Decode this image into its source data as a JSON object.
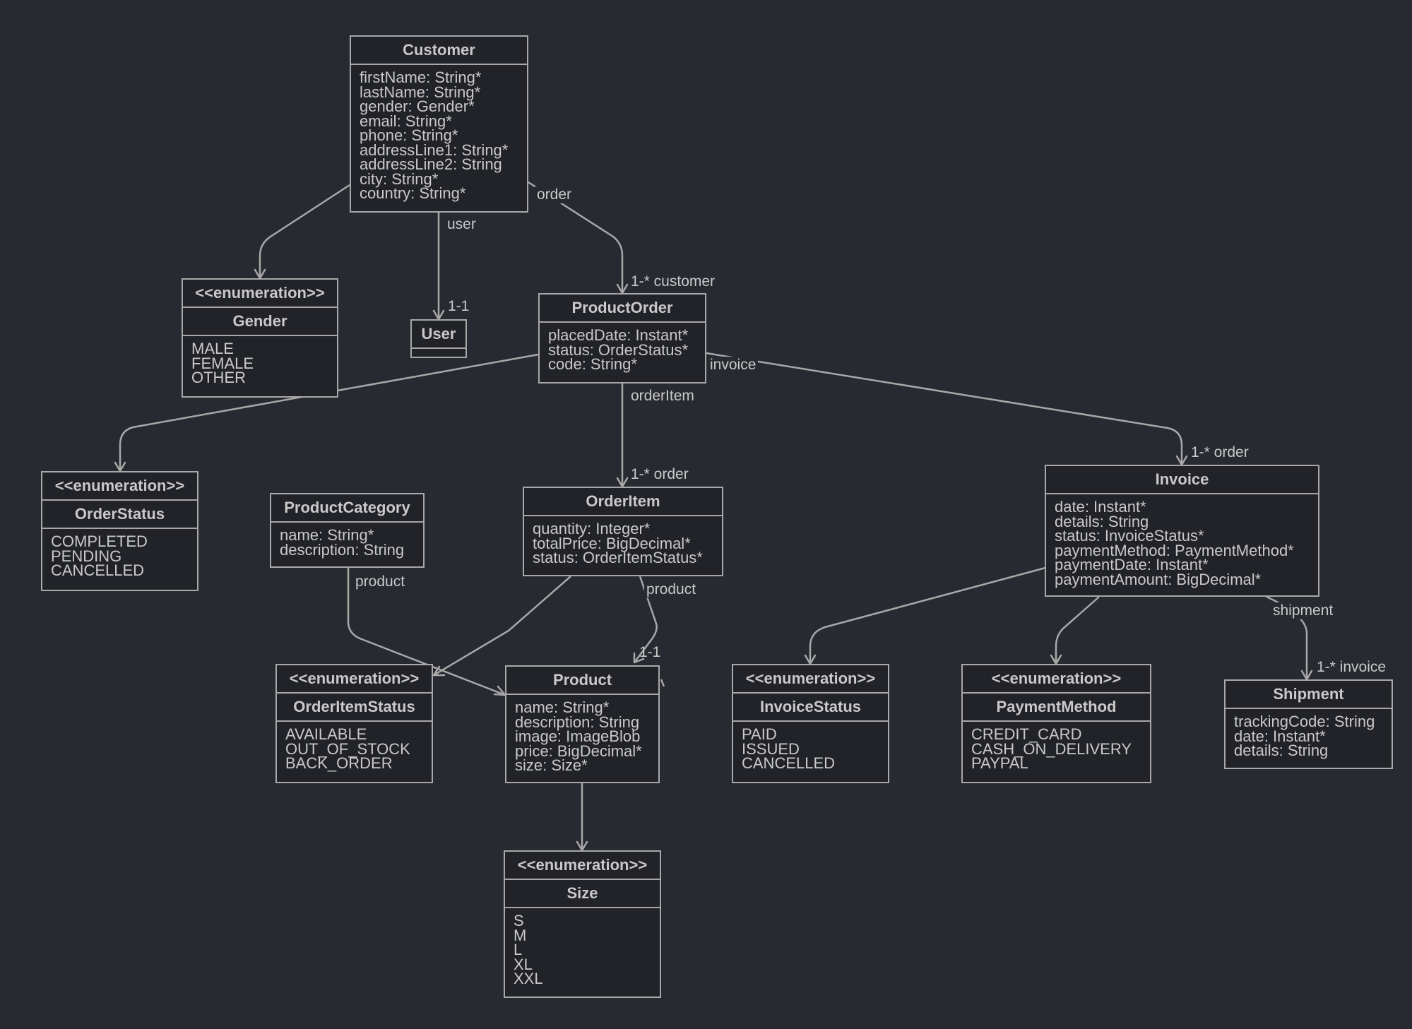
{
  "classes": {
    "customer": {
      "name": "Customer",
      "attributes": [
        "firstName: String*",
        "lastName: String*",
        "gender: Gender*",
        "email: String*",
        "phone: String*",
        "addressLine1: String*",
        "addressLine2: String",
        "city: String*",
        "country: String*"
      ]
    },
    "gender": {
      "stereotype": "<<enumeration>>",
      "name": "Gender",
      "values": [
        "MALE",
        "FEMALE",
        "OTHER"
      ]
    },
    "user": {
      "name": "User"
    },
    "product_order": {
      "name": "ProductOrder",
      "attributes": [
        "placedDate: Instant*",
        "status: OrderStatus*",
        "code: String*"
      ]
    },
    "order_status": {
      "stereotype": "<<enumeration>>",
      "name": "OrderStatus",
      "values": [
        "COMPLETED",
        "PENDING",
        "CANCELLED"
      ]
    },
    "product_category": {
      "name": "ProductCategory",
      "attributes": [
        "name: String*",
        "description: String"
      ]
    },
    "order_item": {
      "name": "OrderItem",
      "attributes": [
        "quantity: Integer*",
        "totalPrice: BigDecimal*",
        "status: OrderItemStatus*"
      ]
    },
    "invoice": {
      "name": "Invoice",
      "attributes": [
        "date: Instant*",
        "details: String",
        "status: InvoiceStatus*",
        "paymentMethod: PaymentMethod*",
        "paymentDate: Instant*",
        "paymentAmount: BigDecimal*"
      ]
    },
    "order_item_status": {
      "stereotype": "<<enumeration>>",
      "name": "OrderItemStatus",
      "values": [
        "AVAILABLE",
        "OUT_OF_STOCK",
        "BACK_ORDER"
      ]
    },
    "product": {
      "name": "Product",
      "attributes": [
        "name: String*",
        "description: String",
        "image: ImageBlob",
        "price: BigDecimal*",
        "size: Size*"
      ]
    },
    "invoice_status": {
      "stereotype": "<<enumeration>>",
      "name": "InvoiceStatus",
      "values": [
        "PAID",
        "ISSUED",
        "CANCELLED"
      ]
    },
    "payment_method": {
      "stereotype": "<<enumeration>>",
      "name": "PaymentMethod",
      "values": [
        "CREDIT_CARD",
        "CASH_ON_DELIVERY",
        "PAYPAL"
      ]
    },
    "shipment": {
      "name": "Shipment",
      "attributes": [
        "trackingCode: String",
        "date: Instant*",
        "details: String"
      ]
    },
    "size": {
      "stereotype": "<<enumeration>>",
      "name": "Size",
      "values": [
        "S",
        "M",
        "L",
        "XL",
        "XXL"
      ]
    }
  },
  "labels": {
    "customer_order": "order",
    "customer_user": "user",
    "user_mult": "1-1",
    "order_customer": "1-* customer",
    "order_invoice": "invoice",
    "order_orderitem": "orderItem",
    "orderitem_order": "1-* order",
    "invoice_order": "1-* order",
    "category_product": "product",
    "orderitem_product": "product",
    "product_mult": "1-1",
    "invoice_shipment": "shipment",
    "shipment_invoice": "1-* invoice"
  }
}
